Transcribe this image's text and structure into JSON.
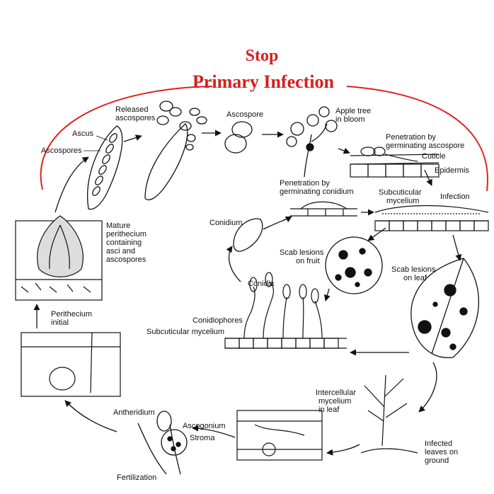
{
  "title": {
    "line1": "Stop",
    "line2": "Primary Infection",
    "color": "#d81e1e"
  },
  "labels": {
    "ascus": "Ascus",
    "ascospores": "Ascospores",
    "released_ascospores_1": "Released",
    "released_ascospores_2": "ascospores",
    "ascospore": "Ascospore",
    "apple_tree_1": "Apple tree",
    "apple_tree_2": "in bloom",
    "penetration_ascospore_1": "Penetration by",
    "penetration_ascospore_2": "germinating ascospore",
    "cuticle": "Cuticle",
    "epidermis": "Epidermis",
    "penetration_conidium_1": "Penetration by",
    "penetration_conidium_2": "germinating conidium",
    "subcuticular_mycelium_1": "Subcuticular",
    "subcuticular_mycelium_2": "mycelium",
    "infection": "Infection",
    "conidium": "Conidium",
    "scab_fruit_1": "Scab lesions",
    "scab_fruit_2": "on fruit",
    "scab_leaf_1": "Scab lesions",
    "scab_leaf_2": "on leaf",
    "mature_1": "Mature",
    "mature_2": "perithecium",
    "mature_3": "containing",
    "mature_4": "asci and",
    "mature_5": "ascospores",
    "conidia": "Conidia",
    "conidiophores": "Conidiophores",
    "subcuticular_mycelium_bottom": "Subcuticular mycelium",
    "perithecium_initial_1": "Perithecium",
    "perithecium_initial_2": "initial",
    "intercellular_1": "Intercellular",
    "intercellular_2": "mycelium",
    "intercellular_3": "in leaf",
    "antheridium": "Antheridium",
    "ascogonium": "Ascogonium",
    "stroma": "Stroma",
    "fertilization": "Fertilization",
    "infected_leaves_1": "Infected",
    "infected_leaves_2": "leaves on",
    "infected_leaves_3": "ground"
  }
}
